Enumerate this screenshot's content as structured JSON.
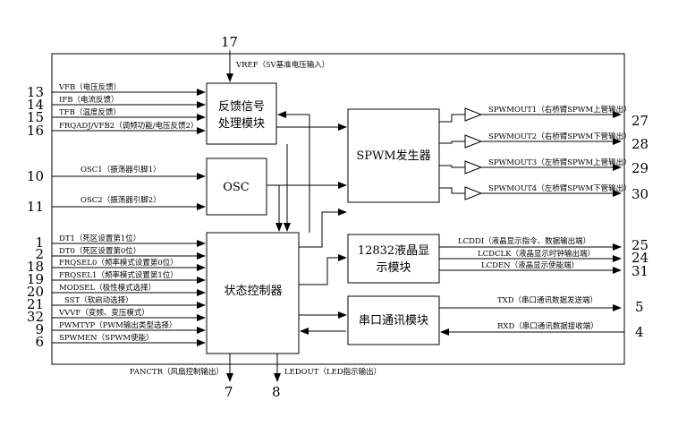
{
  "blocks": {
    "feedback": [
      "反馈信号",
      "处理模块"
    ],
    "osc": "OSC",
    "spwm": "SPWM发生器",
    "state": "状态控制器",
    "lcd": [
      "12832液晶显",
      "示模块"
    ],
    "serial": "串口通讯模块"
  },
  "top_pin": {
    "num": "17",
    "label": "VREF（5V基准电压输入）"
  },
  "feedback_inputs": [
    {
      "num": "13",
      "label": "VFB（电压反馈）"
    },
    {
      "num": "14",
      "label": "IFB（电流反馈）"
    },
    {
      "num": "15",
      "label": "TFB（温度反馈）"
    },
    {
      "num": "16",
      "label": "FRQADJ/VFB2（调频功能/电压反馈2）"
    }
  ],
  "osc_inputs": [
    {
      "num": "10",
      "label": "OSC1（振荡器引脚1）"
    },
    {
      "num": "11",
      "label": "OSC2（振荡器引脚2）"
    }
  ],
  "state_inputs": [
    {
      "num": "1",
      "label": "DT1（死区设置第1位）"
    },
    {
      "num": "2",
      "label": "DT0（死区设置第0位）"
    },
    {
      "num": "18",
      "label": "FRQSEL0（频率模式设置第0位）"
    },
    {
      "num": "19",
      "label": "FRQSEL1（频率模式设置第1位）"
    },
    {
      "num": "20",
      "label": "MODSEL（极性模式选择）"
    },
    {
      "num": "21",
      "label": "SST（软启动选择）"
    },
    {
      "num": "32",
      "label": "VVVF（变频、变压模式）"
    },
    {
      "num": "9",
      "label": "PWMTYP（PWM输出类型选择）"
    },
    {
      "num": "6",
      "label": "SPWMEN（SPWM使能）"
    }
  ],
  "spwm_outputs": [
    {
      "num": "27",
      "label": "SPWMOUT1（右桥臂SPWM上管输出）"
    },
    {
      "num": "28",
      "label": "SPWMOUT2（右桥臂SPWM下管输出）"
    },
    {
      "num": "29",
      "label": "SPWMOUT3（左桥臂SPWM上管输出）"
    },
    {
      "num": "30",
      "label": "SPWMOUT4（左桥臂SPWM下管输出）"
    }
  ],
  "lcd_outputs": [
    {
      "num": "25",
      "label": "LCDDI（液晶显示指令、数据输出端）"
    },
    {
      "num": "24",
      "label": "LCDCLK（液晶显示时钟输出端）"
    },
    {
      "num": "31",
      "label": "LCDEN（液晶显示使能端）"
    }
  ],
  "serial_pins": [
    {
      "num": "5",
      "label": "TXD（串口通讯数据发送端）"
    },
    {
      "num": "4",
      "label": "RXD（串口通讯数据接收端）"
    }
  ],
  "bottom_pins": [
    {
      "num": "7",
      "label": "FANCTR（风扇控制输出）"
    },
    {
      "num": "8",
      "label": "LEDOUT（LED指示输出）"
    }
  ]
}
